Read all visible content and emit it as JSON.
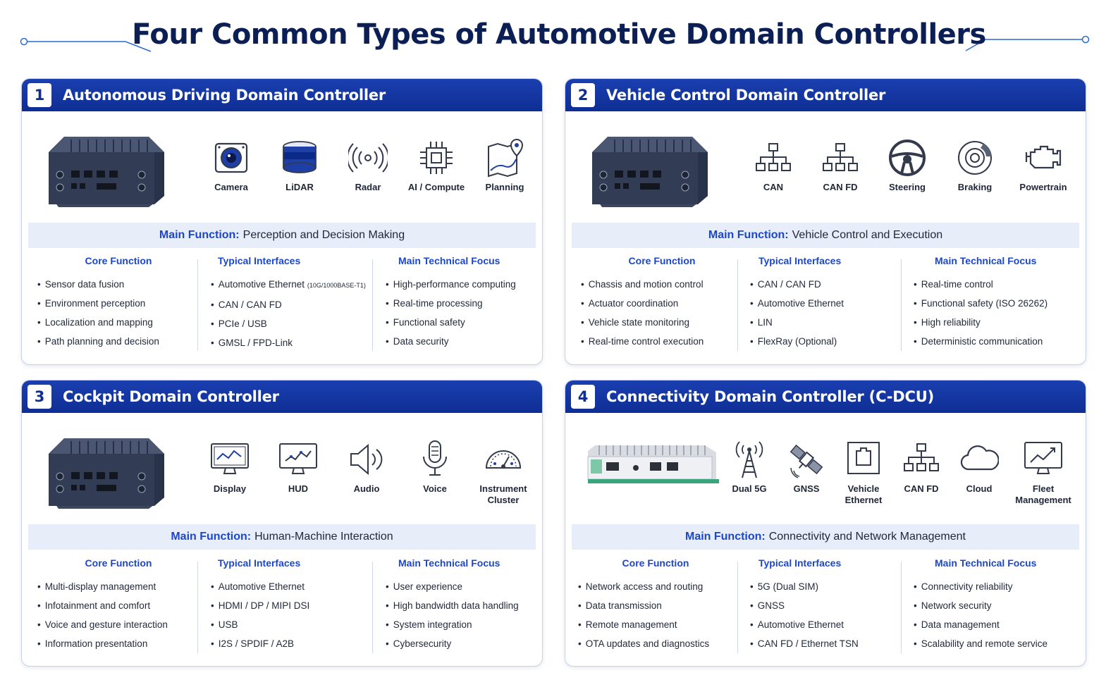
{
  "title": "Four Common Types of Automotive Domain Controllers",
  "colors": {
    "header_blue": "#0f2e94",
    "accent_blue": "#1c47c8",
    "band_bg": "#e8eef9"
  },
  "cards": [
    {
      "num": "1",
      "title": "Autonomous Driving Domain Controller",
      "icons": [
        {
          "label": "Camera",
          "icon": "camera-icon"
        },
        {
          "label": "LiDAR",
          "icon": "lidar-icon"
        },
        {
          "label": "Radar",
          "icon": "radar-icon"
        },
        {
          "label": "AI / Compute",
          "icon": "chip-icon"
        },
        {
          "label": "Planning",
          "icon": "map-pin-icon"
        }
      ],
      "main_function_label": "Main Function:",
      "main_function": "Perception and Decision Making",
      "columns": [
        {
          "heading": "Core Function",
          "items": [
            "Sensor data fusion",
            "Environment perception",
            "Localization and mapping",
            "Path planning and decision"
          ]
        },
        {
          "heading": "Typical Interfaces",
          "items": [
            "Automotive Ethernet",
            "CAN / CAN FD",
            "PCIe / USB",
            "GMSL / FPD-Link"
          ],
          "first_item_note": "(10G/1000BASE-T1)"
        },
        {
          "heading": "Main Technical Focus",
          "items": [
            "High-performance computing",
            "Real-time processing",
            "Functional safety",
            "Data security"
          ]
        }
      ]
    },
    {
      "num": "2",
      "title": "Vehicle Control Domain Controller",
      "icons": [
        {
          "label": "CAN",
          "icon": "network-tree-icon"
        },
        {
          "label": "CAN FD",
          "icon": "network-tree-icon"
        },
        {
          "label": "Steering",
          "icon": "steering-wheel-icon"
        },
        {
          "label": "Braking",
          "icon": "brake-disc-icon"
        },
        {
          "label": "Powertrain",
          "icon": "engine-icon"
        }
      ],
      "main_function_label": "Main Function:",
      "main_function": "Vehicle Control and Execution",
      "columns": [
        {
          "heading": "Core Function",
          "items": [
            "Chassis and motion control",
            "Actuator coordination",
            "Vehicle state monitoring",
            "Real-time control execution"
          ]
        },
        {
          "heading": "Typical Interfaces",
          "items": [
            "CAN / CAN FD",
            "Automotive Ethernet",
            "LIN",
            "FlexRay (Optional)"
          ]
        },
        {
          "heading": "Main Technical Focus",
          "items": [
            "Real-time control",
            "Functional safety (ISO 26262)",
            "High reliability",
            "Deterministic communication"
          ]
        }
      ]
    },
    {
      "num": "3",
      "title": "Cockpit Domain Controller",
      "icons": [
        {
          "label": "Display",
          "icon": "display-icon"
        },
        {
          "label": "HUD",
          "icon": "hud-icon"
        },
        {
          "label": "Audio",
          "icon": "speaker-icon"
        },
        {
          "label": "Voice",
          "icon": "microphone-icon"
        },
        {
          "label": "Instrument Cluster",
          "icon": "gauge-icon"
        }
      ],
      "main_function_label": "Main Function:",
      "main_function": "Human-Machine Interaction",
      "columns": [
        {
          "heading": "Core Function",
          "items": [
            "Multi-display management",
            "Infotainment and comfort",
            "Voice and gesture interaction",
            "Information presentation"
          ]
        },
        {
          "heading": "Typical Interfaces",
          "items": [
            "Automotive Ethernet",
            "HDMI / DP / MIPI DSI",
            "USB",
            "I2S / SPDIF / A2B"
          ]
        },
        {
          "heading": "Main Technical Focus",
          "items": [
            "User experience",
            "High bandwidth data handling",
            "System integration",
            "Cybersecurity"
          ]
        }
      ]
    },
    {
      "num": "4",
      "title": "Connectivity Domain Controller (C-DCU)",
      "icons": [
        {
          "label": "Dual 5G",
          "icon": "antenna-tower-icon"
        },
        {
          "label": "GNSS",
          "icon": "satellite-icon"
        },
        {
          "label": "Vehicle Ethernet",
          "icon": "ethernet-port-icon"
        },
        {
          "label": "CAN FD",
          "icon": "network-tree-icon"
        },
        {
          "label": "Cloud",
          "icon": "cloud-icon"
        },
        {
          "label": "Fleet Management",
          "icon": "monitor-chart-icon"
        }
      ],
      "main_function_label": "Main Function:",
      "main_function": "Connectivity and Network Management",
      "columns": [
        {
          "heading": "Core Function",
          "items": [
            "Network access and routing",
            "Data transmission",
            "Remote management",
            "OTA updates and diagnostics"
          ]
        },
        {
          "heading": "Typical Interfaces",
          "items": [
            "5G (Dual SIM)",
            "GNSS",
            "Automotive Ethernet",
            "CAN FD / Ethernet TSN"
          ]
        },
        {
          "heading": "Main Technical Focus",
          "items": [
            "Connectivity reliability",
            "Network security",
            "Data management",
            "Scalability and remote service"
          ]
        }
      ]
    }
  ]
}
